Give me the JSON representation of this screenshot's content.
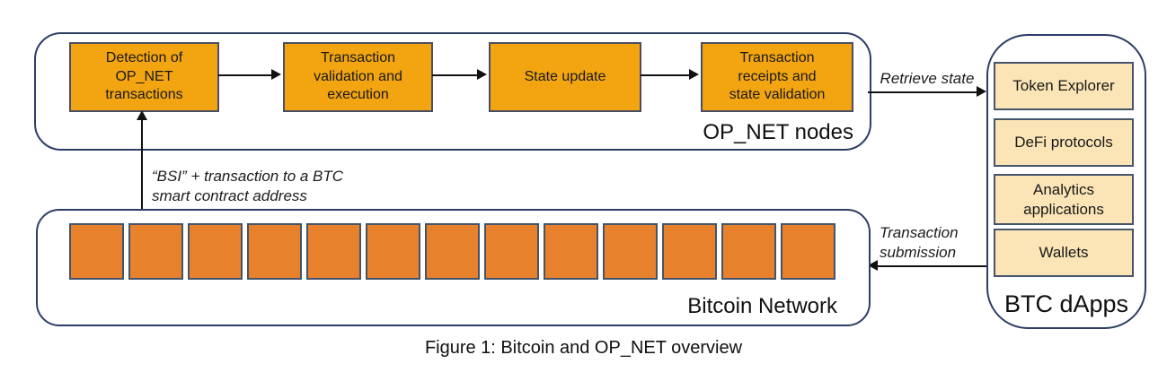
{
  "figure": {
    "caption": "Figure 1: Bitcoin and OP_NET overview"
  },
  "opnet_nodes": {
    "label": "OP_NET nodes",
    "steps": [
      {
        "label": "Detection of\nOP_NET\ntransactions"
      },
      {
        "label": "Transaction\nvalidation and\nexecution"
      },
      {
        "label": "State update"
      },
      {
        "label": "Transaction\nreceipts and\nstate validation"
      }
    ]
  },
  "bitcoin_network": {
    "label": "Bitcoin Network",
    "block_count": 13
  },
  "btc_dapps": {
    "label": "BTC dApps",
    "apps": [
      {
        "label": "Token Explorer"
      },
      {
        "label": "DeFi protocols"
      },
      {
        "label": "Analytics applications"
      },
      {
        "label": "Wallets"
      }
    ]
  },
  "arrows": {
    "retrieve_state": "Retrieve state",
    "transaction_submission": "Transaction\nsubmission",
    "bsi_note": "“BSI” + transaction to a BTC\nsmart contract address"
  },
  "colors": {
    "step_box_fill": "#f2a511",
    "block_fill": "#e8812c",
    "dapp_fill": "#fbe5b6",
    "container_border": "#2e3d66",
    "box_border": "#44546a",
    "arrow_color": "#111111"
  }
}
